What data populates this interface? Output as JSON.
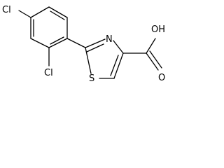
{
  "molecule": {
    "atoms": {
      "cl_top": "Cl",
      "cl_bottom": "Cl",
      "n": "N",
      "s": "S",
      "oh": "OH",
      "o": "O"
    }
  }
}
